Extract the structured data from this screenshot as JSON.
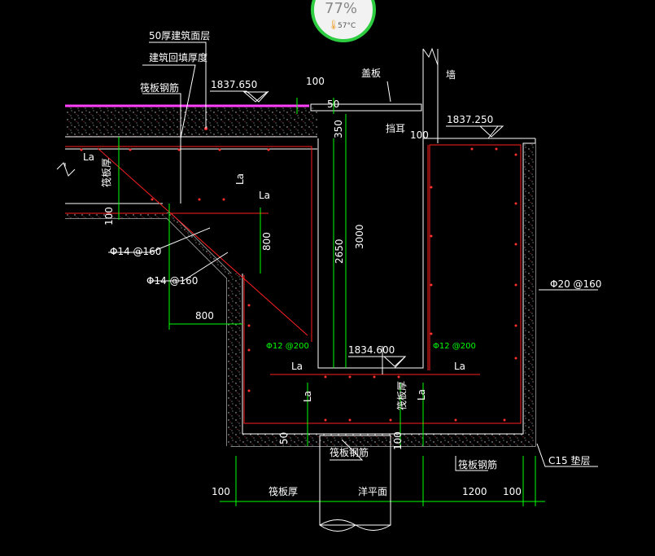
{
  "gauge": {
    "percent_text": "77%",
    "percent_value": 77,
    "temperature": "57°C",
    "ring_color": "#2ecc40",
    "icon": "thermometer-icon"
  },
  "colors": {
    "dim": "#00ff00",
    "white": "#ffffff",
    "rebar": "#ff2020",
    "pink": "#ff40ff",
    "concrete": "#9aa2a2"
  },
  "labels": {
    "finish_layer": "50厚建筑面层",
    "fill_thickness": "建筑回填厚度",
    "slab_rebar_top": "筏板钢筋",
    "elev_1": "1837.650",
    "dim_100_top": "100",
    "cover_plate": "盖板",
    "wall": "墙",
    "dim_50": "50",
    "baffle": "挡耳",
    "dim_100_mid": "100",
    "elev_2": "1837.250",
    "la_1": "La",
    "raft_thick_v": "筏板厚",
    "la_2": "La",
    "la_3": "La",
    "dim_100_left": "100",
    "dim_350": "350",
    "dim_2650": "2650",
    "dim_3000": "3000",
    "dim_800_v": "800",
    "rebar_1": "Φ14 @160",
    "rebar_2": "Φ14 @160",
    "rebar_right": "Φ20 @160",
    "dim_800_h": "800",
    "rebar_3": "Φ12 @200",
    "rebar_4": "Φ12 @200",
    "elev_3": "1834.600",
    "la_4": "La",
    "la_5": "La",
    "la_6": "La",
    "la_7": "La",
    "raft_thick_v2": "筏板厚",
    "dim_50_b": "50",
    "dim_100_b": "100",
    "slab_rebar_bottom": "筏板钢筋",
    "slab_rebar_bottom2": "筏板钢筋",
    "bedding": "C15 垫层",
    "bot_100_l": "100",
    "bot_raft": "筏板厚",
    "bot_pit": "洋平面",
    "bot_1200": "1200",
    "bot_100_r": "100"
  }
}
